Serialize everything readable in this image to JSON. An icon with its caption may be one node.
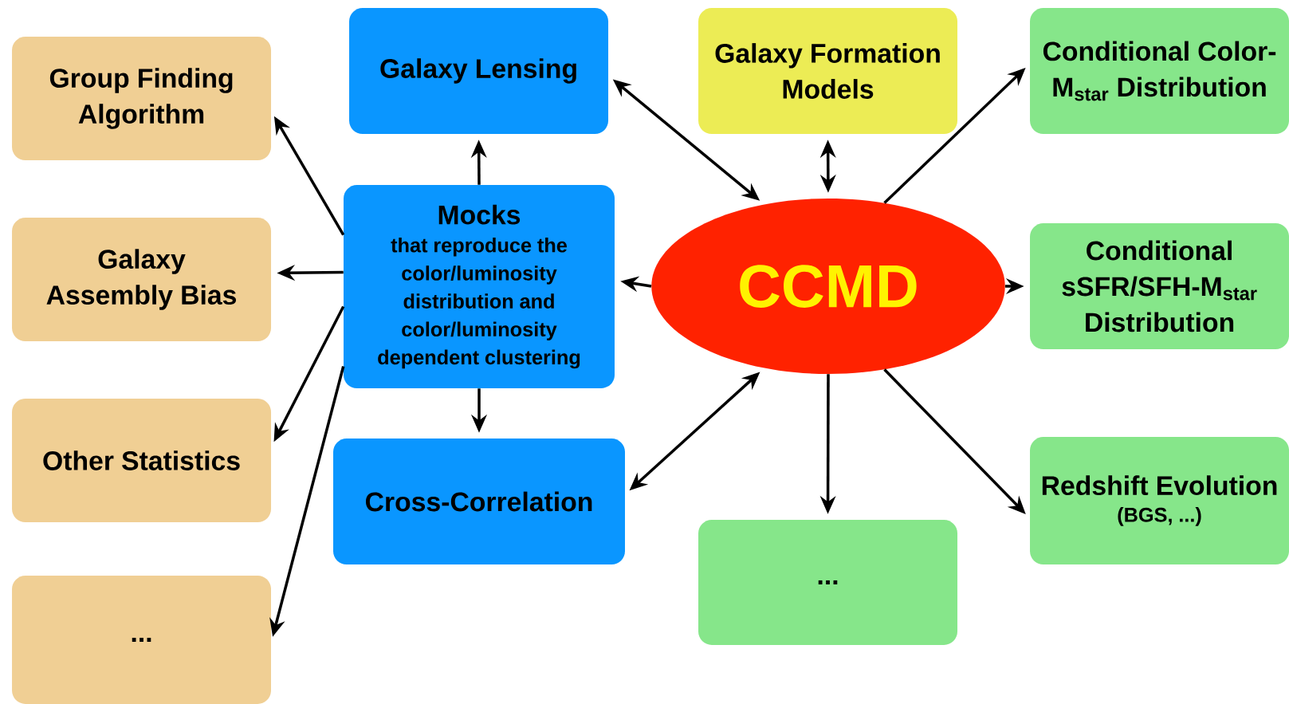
{
  "diagram": {
    "nodes": [
      {
        "text": [
          "Group Finding Algorithm"
        ]
      },
      {
        "text": [
          "Galaxy Assembly Bias"
        ]
      },
      {
        "text": [
          "Other Statistics"
        ]
      },
      {
        "text": [
          "..."
        ]
      },
      {
        "text": [
          "Galaxy Lensing"
        ]
      },
      {
        "text": [
          "Mocks",
          "that reproduce the color/luminosity distribution and color/luminosity dependent clustering"
        ]
      },
      {
        "text": [
          "Cross-Correlation"
        ]
      },
      {
        "text": [
          "Galaxy Formation Models"
        ]
      },
      {
        "text": [
          "CCMD"
        ]
      },
      {
        "text": [
          "Conditional Color-M$_{star}$ Distribution"
        ]
      },
      {
        "text": [
          "Conditional sSFR/SFH-M$_{star}$ Distribution"
        ]
      },
      {
        "text": [
          "..."
        ]
      },
      {
        "text": [
          "Redshift Evolution",
          "(BGS, ...)"
        ]
      }
    ],
    "edges": [
      {
        "from": 5,
        "to": 0,
        "arrow": "to"
      },
      {
        "from": 5,
        "to": 1,
        "arrow": "to"
      },
      {
        "from": 5,
        "to": 2,
        "arrow": "to"
      },
      {
        "from": 5,
        "to": 3,
        "arrow": "to"
      },
      {
        "from": 5,
        "to": 4,
        "arrow": "to"
      },
      {
        "from": 5,
        "to": 6,
        "arrow": "to"
      },
      {
        "from": 8,
        "to": 5,
        "arrow": "to"
      },
      {
        "from": 8,
        "to": 4,
        "arrow": "both"
      },
      {
        "from": 8,
        "to": 7,
        "arrow": "both"
      },
      {
        "from": 8,
        "to": 6,
        "arrow": "both"
      },
      {
        "from": 8,
        "to": 9,
        "arrow": "to"
      },
      {
        "from": 8,
        "to": 10,
        "arrow": "to"
      },
      {
        "from": 8,
        "to": 12,
        "arrow": "to"
      },
      {
        "from": 8,
        "to": 11,
        "arrow": "to"
      }
    ]
  }
}
